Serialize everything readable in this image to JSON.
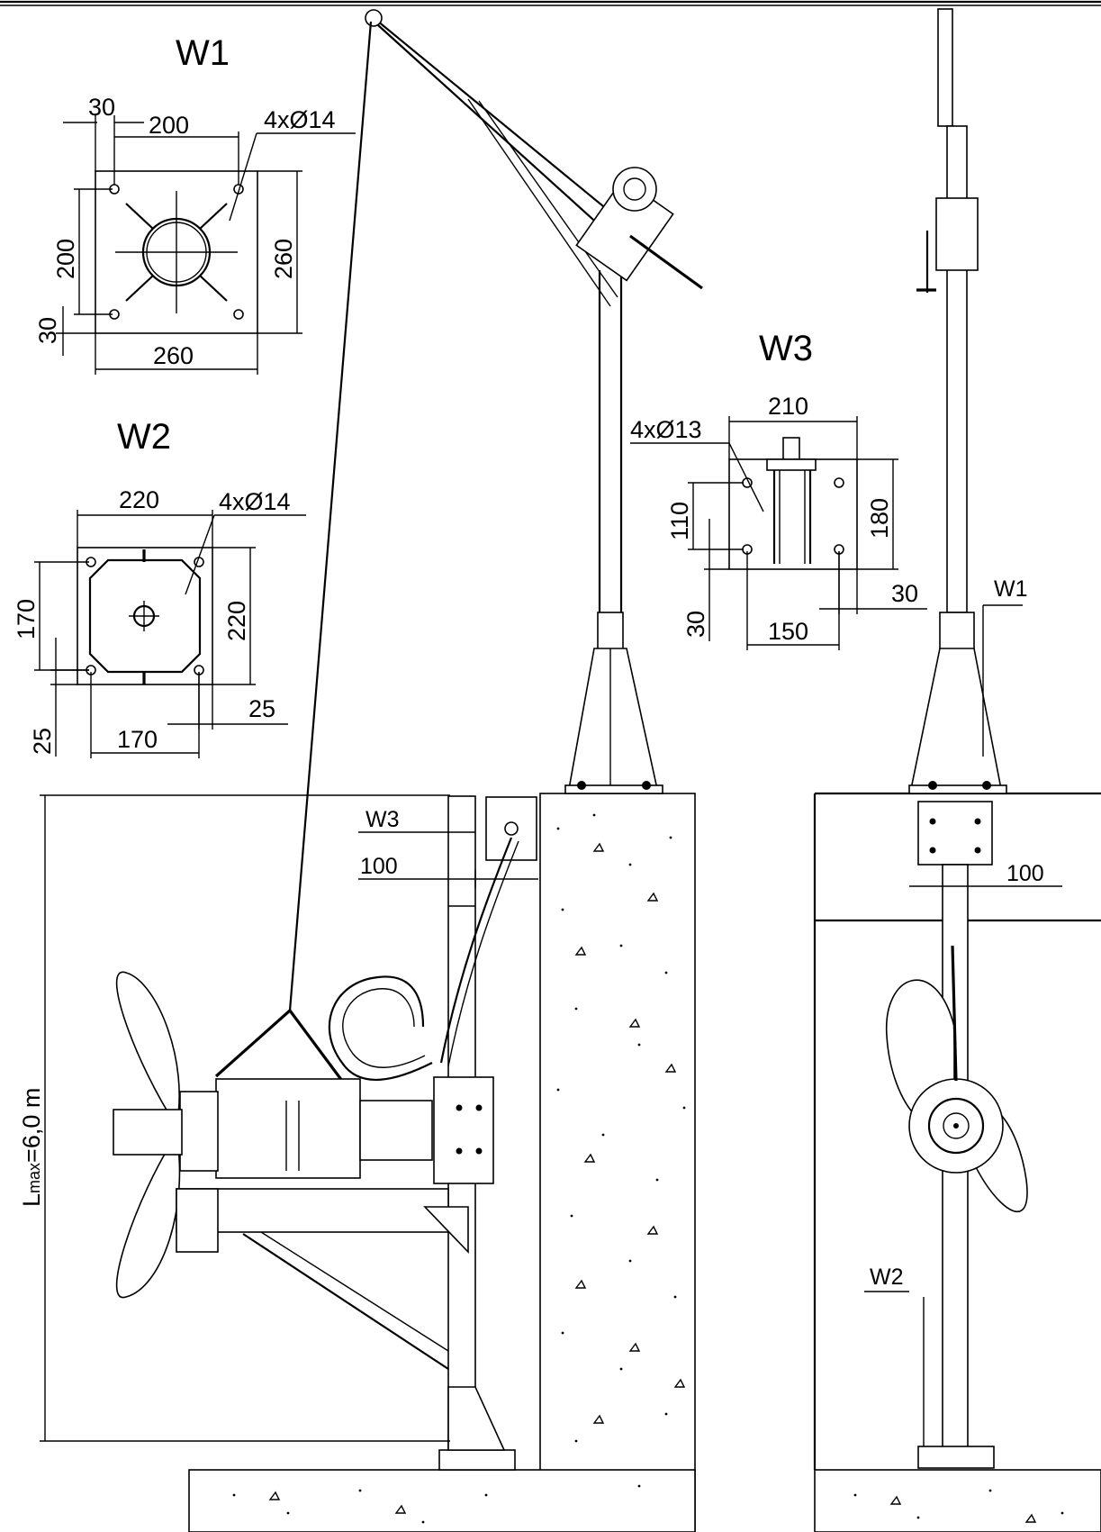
{
  "details": {
    "w1": {
      "title": "W1",
      "dims": {
        "edge_offset": "30",
        "hole_spacing_x": "200",
        "holes": "4xØ14",
        "hole_spacing_y": "200",
        "plate_height": "260",
        "edge_offset_y": "30",
        "plate_width": "260"
      }
    },
    "w2": {
      "title": "W2",
      "dims": {
        "plate_width": "220",
        "holes": "4xØ14",
        "hole_spacing_y": "170",
        "plate_height": "220",
        "edge_offset_x": "25",
        "edge_offset_y": "25",
        "hole_spacing_x": "170"
      }
    },
    "w3": {
      "title": "W3",
      "dims": {
        "plate_width": "210",
        "holes": "4xØ13",
        "hole_spacing_y": "110",
        "plate_height": "180",
        "edge_offset_x": "30",
        "edge_offset_y": "30",
        "hole_spacing_x": "150"
      }
    }
  },
  "side_view": {
    "ref_w3": "W3",
    "wall_distance": "100",
    "length_label": "Lmax=6,0 m",
    "length_label_main": "L",
    "length_label_sub": "max",
    "length_label_rest": "=6,0 m"
  },
  "front_view": {
    "ref_w1": "W1",
    "ref_w2": "W2",
    "wall_distance": "100"
  },
  "colors": {
    "line": "#000000",
    "background": "#ffffff"
  }
}
